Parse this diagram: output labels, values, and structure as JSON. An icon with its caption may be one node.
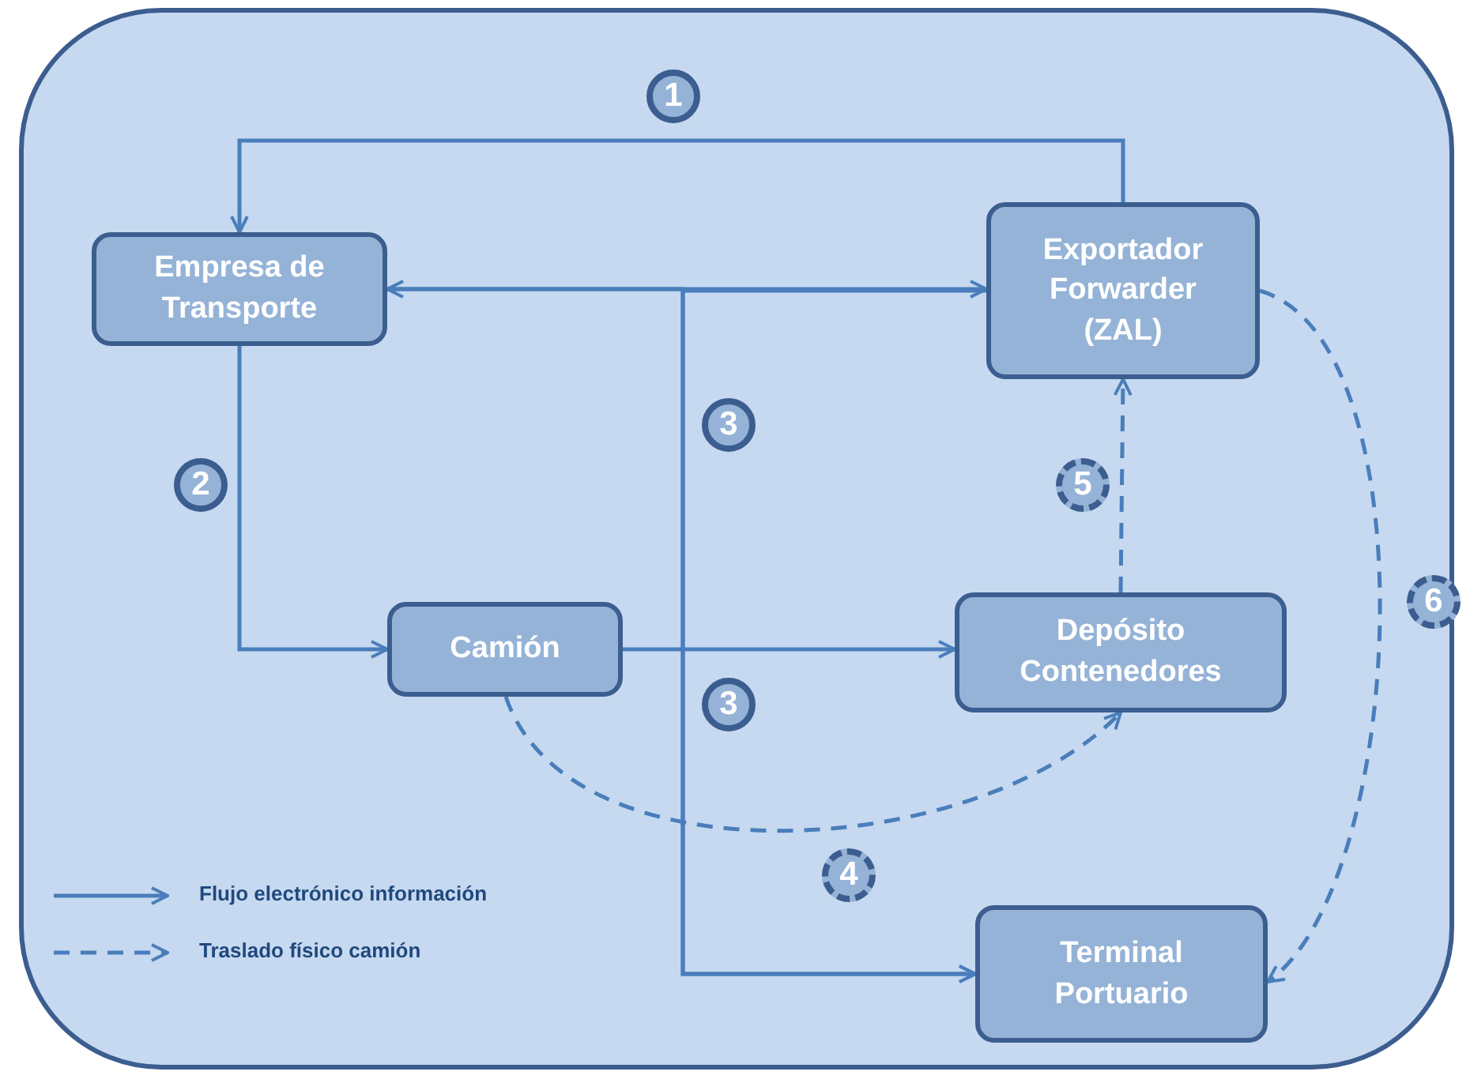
{
  "diagram": {
    "nodes": [
      {
        "text": [
          "Empresa de Transporte"
        ]
      },
      {
        "text": [
          "Exportador Forwarder (ZAL)"
        ]
      },
      {
        "text": [
          "Camión"
        ]
      },
      {
        "text": [
          "Depósito Contenedores"
        ]
      },
      {
        "text": [
          "Terminal Portuario"
        ]
      }
    ],
    "edges": [
      {
        "from": 1,
        "to": 0,
        "arrow": "to",
        "label": "1"
      },
      {
        "from": 0,
        "to": 1,
        "arrow": "both"
      },
      {
        "from": 0,
        "to": 2,
        "arrow": "to",
        "label": "2"
      },
      {
        "from": 2,
        "to": 3,
        "arrow": "to",
        "label": "3"
      },
      {
        "from": 0,
        "to": 4,
        "arrow": "to",
        "label": "3"
      },
      {
        "from": 1,
        "to": 4,
        "arrow": "to"
      },
      {
        "from": 2,
        "to": 3,
        "arrow": "to",
        "label": "4",
        "style": "dashed"
      },
      {
        "from": 3,
        "to": 1,
        "arrow": "to",
        "label": "5",
        "style": "dashed"
      },
      {
        "from": 1,
        "to": 4,
        "arrow": "to",
        "label": "6",
        "style": "dashed"
      }
    ],
    "legend": [
      {
        "text": "Flujo electrónico información"
      },
      {
        "text": "Traslado físico camión"
      }
    ]
  }
}
